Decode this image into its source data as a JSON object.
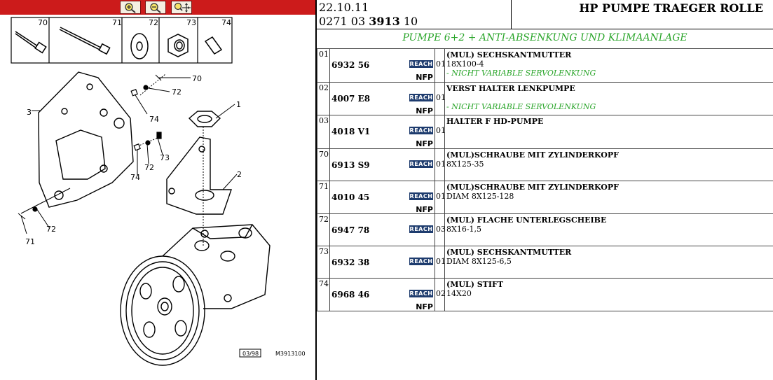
{
  "toolbar": {
    "buttons": [
      {
        "name": "zoom-in-button",
        "icon": "zoom-in-icon"
      },
      {
        "name": "zoom-out-button",
        "icon": "zoom-out-icon"
      },
      {
        "name": "pan-zoom-button",
        "icon": "pan-zoom-icon"
      }
    ]
  },
  "diagram": {
    "thumbnails": [
      "70",
      "71",
      "72",
      "73",
      "74"
    ],
    "callouts": [
      "70",
      "72",
      "74",
      "3",
      "1",
      "73",
      "72",
      "74",
      "2",
      "72",
      "71"
    ],
    "stamp_date": "03/98",
    "stamp_ref": "M3913100"
  },
  "header": {
    "date": "22.10.11",
    "ref_prefix": "0271 03 ",
    "ref_bold": "3913",
    "ref_suffix": " 10",
    "title": "HP PUMPE TRAEGER ROLLE",
    "variant": "PUMPE 6+2 + ANTI-ABSENKUNG UND KLIMAANLAGE"
  },
  "colors": {
    "toolbar": "#cc1b1b",
    "variant_text": "#2aa52a",
    "reach_badge": "#1e3c6e"
  },
  "reach_label": "REACH",
  "nfp_label": "NFP",
  "parts": [
    {
      "pos": "01",
      "number": "6932 56",
      "qty": "01",
      "nfp": true,
      "desc": [
        "(MUL) SECHSKANTMUTTER",
        "18X100-4",
        "- NICHT VARIABLE SERVOLENKUNG"
      ]
    },
    {
      "pos": "02",
      "number": "4007 E8",
      "qty": "01",
      "nfp": true,
      "desc": [
        "VERST HALTER LENKPUMPE",
        "",
        "- NICHT VARIABLE SERVOLENKUNG"
      ]
    },
    {
      "pos": "03",
      "number": "4018 V1",
      "qty": "01",
      "nfp": true,
      "desc": [
        "HALTER F HD-PUMPE",
        "",
        ""
      ]
    },
    {
      "pos": "70",
      "number": "6913 S9",
      "qty": "01",
      "nfp": false,
      "desc": [
        "(MUL)SCHRAUBE MIT ZYLINDERKOPF",
        "8X125-35",
        ""
      ]
    },
    {
      "pos": "71",
      "number": "4010 45",
      "qty": "01",
      "nfp": true,
      "desc": [
        "(MUL)SCHRAUBE MIT ZYLINDERKOPF",
        "DIAM 8X125-128",
        ""
      ]
    },
    {
      "pos": "72",
      "number": "6947 78",
      "qty": "03",
      "nfp": false,
      "desc": [
        "(MUL) FLACHE UNTERLEGSCHEIBE",
        "8X16-1,5",
        ""
      ]
    },
    {
      "pos": "73",
      "number": "6932 38",
      "qty": "01",
      "nfp": false,
      "desc": [
        "(MUL) SECHSKANTMUTTER",
        "DIAM 8X125-6,5",
        ""
      ]
    },
    {
      "pos": "74",
      "number": "6968 46",
      "qty": "02",
      "nfp": true,
      "desc": [
        "(MUL) STIFT",
        "14X20",
        ""
      ]
    }
  ]
}
